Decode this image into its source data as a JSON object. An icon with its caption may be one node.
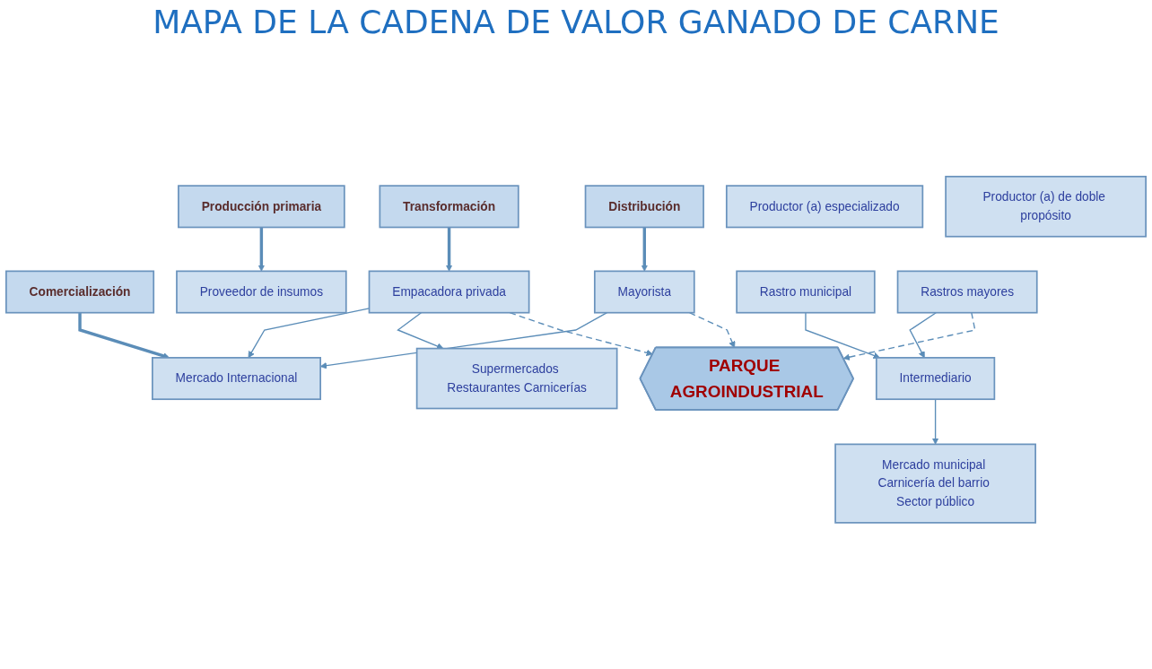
{
  "diagram": {
    "title": "MAPA DE LA CADENA DE VALOR GANADO DE CARNE",
    "nodes": [
      {
        "text": [
          "Producción primaria"
        ]
      },
      {
        "text": [
          "Transformación"
        ]
      },
      {
        "text": [
          "Distribución"
        ]
      },
      {
        "text": [
          "Comercialización"
        ]
      },
      {
        "text": [
          "Proveedor de insumos"
        ]
      },
      {
        "text": [
          "Empacadora privada"
        ]
      },
      {
        "text": [
          "Mayorista"
        ]
      },
      {
        "text": [
          "Mercado Internacional"
        ]
      },
      {
        "text": [
          "Productor (a) especializado"
        ]
      },
      {
        "text": [
          "Rastro municipal"
        ]
      },
      {
        "text": [
          "Intermediario"
        ]
      },
      {
        "text": [
          "Supermercados Restaurantes Carnicerías"
        ]
      },
      {
        "text": [
          "Productor (a) de doble propósito"
        ]
      },
      {
        "text": [
          "Rastros mayores"
        ]
      },
      {
        "text": [
          "Mercado municipal Carnicería del barrio Sector público"
        ]
      },
      {
        "text": [
          "PARQUE AGROINDUSTRIAL"
        ]
      }
    ],
    "edges": [
      {
        "from": 0,
        "to": 4,
        "arrow": "to",
        "style": "thick"
      },
      {
        "from": 1,
        "to": 5,
        "arrow": "to",
        "style": "thick"
      },
      {
        "from": 2,
        "to": 6,
        "arrow": "to",
        "style": "thick"
      },
      {
        "from": 3,
        "to": 7,
        "arrow": "to",
        "style": "thick"
      },
      {
        "from": 5,
        "to": 7,
        "arrow": "to"
      },
      {
        "from": 5,
        "to": 11,
        "arrow": "to"
      },
      {
        "from": 6,
        "to": 7,
        "arrow": "to"
      },
      {
        "from": 9,
        "to": 10,
        "arrow": "to"
      },
      {
        "from": 13,
        "to": 10,
        "arrow": "to"
      },
      {
        "from": 10,
        "to": 14,
        "arrow": "to"
      },
      {
        "from": 5,
        "to": 15,
        "arrow": "to",
        "style": "dashed"
      },
      {
        "from": 6,
        "to": 15,
        "arrow": "to",
        "style": "dashed"
      },
      {
        "from": 13,
        "to": 15,
        "arrow": "to",
        "style": "dashed"
      }
    ]
  }
}
